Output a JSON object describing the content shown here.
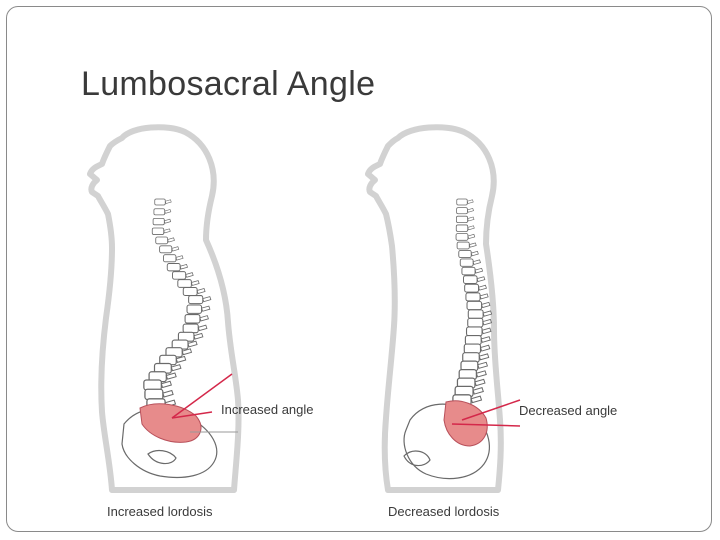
{
  "slide": {
    "title": "Lumbosacral Angle"
  },
  "figures": [
    {
      "angle_label": "Increased angle",
      "caption": "Increased lordosis"
    },
    {
      "angle_label": "Decreased angle",
      "caption": "Decreased lordosis"
    }
  ],
  "colors": {
    "body_outline": "#d2d2d2",
    "bone_outline": "#6a6a6a",
    "sacrum_fill": "#e78b8b",
    "pointer_line": "#d4284a",
    "text": "#3a3a3a"
  }
}
